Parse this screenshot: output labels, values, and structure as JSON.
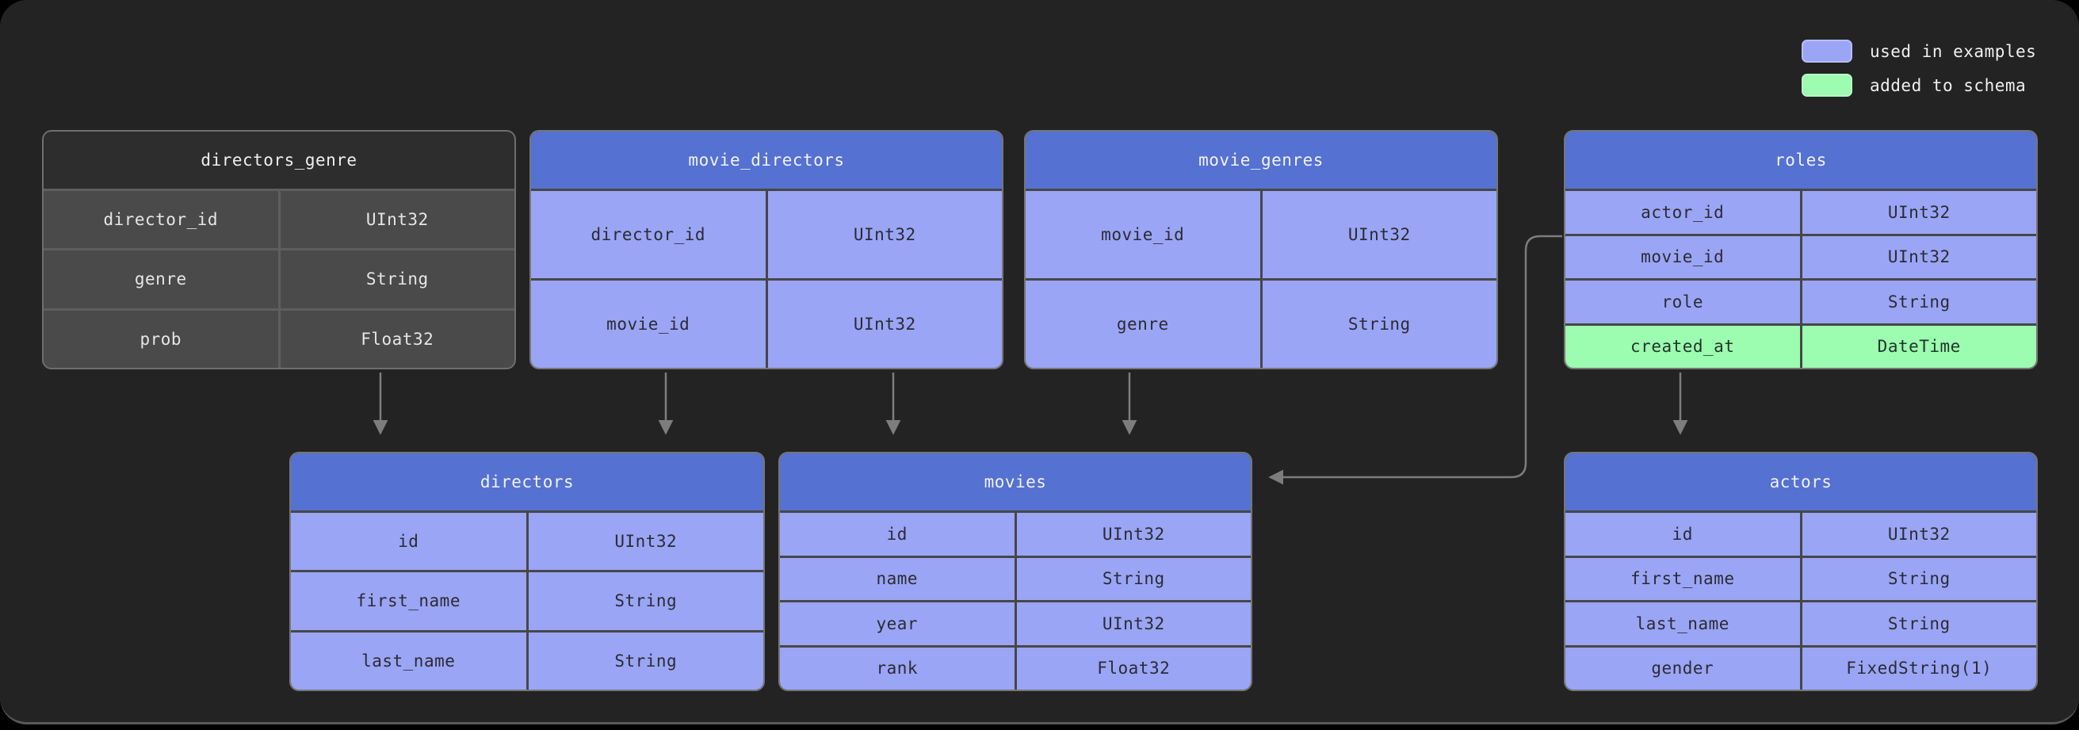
{
  "legend": {
    "items": [
      {
        "label": "used in examples",
        "color": "#9aa5f6"
      },
      {
        "label": "added to schema",
        "color": "#9cfcb0"
      }
    ]
  },
  "colors": {
    "background": "#232323",
    "outer_background": "#000000",
    "table_header_blue": "#5571d2",
    "table_cell_blue": "#9aa5f6",
    "table_cell_green": "#9cfcb0",
    "table_header_gray": "#2d2d2d",
    "table_cell_gray": "#4a4a4a",
    "arrow": "#7d7d7d"
  },
  "tables": [
    {
      "id": "directors_genre",
      "title": "directors_genre",
      "variant": "muted",
      "columns": [
        {
          "name": "director_id",
          "type": "UInt32"
        },
        {
          "name": "genre",
          "type": "String"
        },
        {
          "name": "prob",
          "type": "Float32"
        }
      ]
    },
    {
      "id": "movie_directors",
      "title": "movie_directors",
      "variant": "blue",
      "columns": [
        {
          "name": "director_id",
          "type": "UInt32"
        },
        {
          "name": "movie_id",
          "type": "UInt32"
        }
      ]
    },
    {
      "id": "movie_genres",
      "title": "movie_genres",
      "variant": "blue",
      "columns": [
        {
          "name": "movie_id",
          "type": "UInt32"
        },
        {
          "name": "genre",
          "type": "String"
        }
      ]
    },
    {
      "id": "roles",
      "title": "roles",
      "variant": "blue",
      "columns": [
        {
          "name": "actor_id",
          "type": "UInt32"
        },
        {
          "name": "movie_id",
          "type": "UInt32"
        },
        {
          "name": "role",
          "type": "String"
        },
        {
          "name": "created_at",
          "type": "DateTime",
          "added": true
        }
      ]
    },
    {
      "id": "directors",
      "title": "directors",
      "variant": "blue",
      "columns": [
        {
          "name": "id",
          "type": "UInt32"
        },
        {
          "name": "first_name",
          "type": "String"
        },
        {
          "name": "last_name",
          "type": "String"
        }
      ]
    },
    {
      "id": "movies",
      "title": "movies",
      "variant": "blue",
      "columns": [
        {
          "name": "id",
          "type": "UInt32"
        },
        {
          "name": "name",
          "type": "String"
        },
        {
          "name": "year",
          "type": "UInt32"
        },
        {
          "name": "rank",
          "type": "Float32"
        }
      ]
    },
    {
      "id": "actors",
      "title": "actors",
      "variant": "blue",
      "columns": [
        {
          "name": "id",
          "type": "UInt32"
        },
        {
          "name": "first_name",
          "type": "String"
        },
        {
          "name": "last_name",
          "type": "String"
        },
        {
          "name": "gender",
          "type": "FixedString(1)"
        }
      ]
    }
  ],
  "relations": [
    {
      "from": "directors_genre.director_id",
      "to": "directors"
    },
    {
      "from": "movie_directors.director_id",
      "to": "directors"
    },
    {
      "from": "movie_directors.movie_id",
      "to": "movies"
    },
    {
      "from": "movie_genres.movie_id",
      "to": "movies"
    },
    {
      "from": "roles.movie_id",
      "to": "movies"
    },
    {
      "from": "roles.actor_id",
      "to": "actors"
    }
  ]
}
